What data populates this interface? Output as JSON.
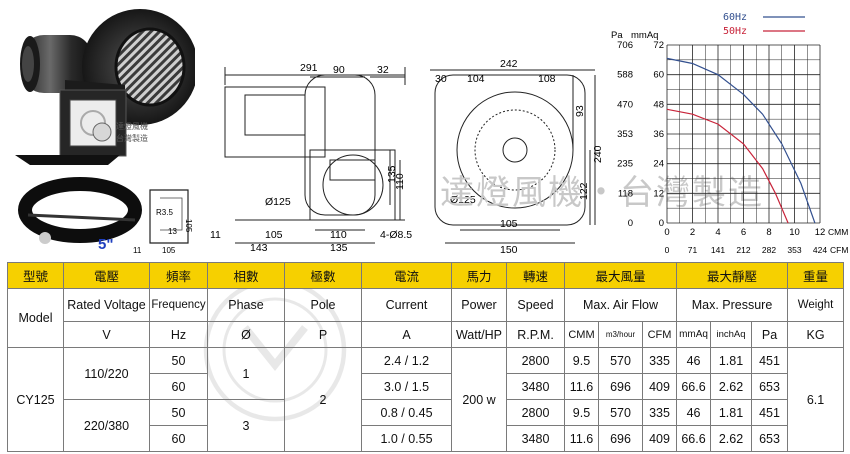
{
  "product": {
    "photo_badge_line1": "達燈風機",
    "photo_badge_line2": "台灣製造",
    "size_label": "5\"",
    "bracket_dims": [
      "R3.5",
      "13",
      "105",
      "11",
      "105"
    ]
  },
  "drawing": {
    "side_view": [
      "291",
      "90",
      "32",
      "110",
      "135",
      "Ø125",
      "11",
      "105",
      "110",
      "135",
      "143",
      "4-Ø8.5"
    ],
    "front_view": [
      "242",
      "30",
      "104",
      "108",
      "93",
      "240",
      "122",
      "Ø125",
      "105",
      "150"
    ]
  },
  "watermark": {
    "text": "達燈風機・台灣製造"
  },
  "chart_data": {
    "type": "line",
    "legend": [
      {
        "name": "60Hz",
        "color": "#33508f"
      },
      {
        "name": "50Hz",
        "color": "#c8243a"
      }
    ],
    "y_units": [
      "Pa",
      "mmAq"
    ],
    "pa_ticks": [
      "706",
      "588",
      "470",
      "353",
      "235",
      "118",
      "0"
    ],
    "mmaq_ticks": [
      "72",
      "60",
      "48",
      "36",
      "24",
      "12",
      "0"
    ],
    "ylim": [
      0,
      72
    ],
    "cmm_ticks": [
      "0",
      "2",
      "4",
      "6",
      "8",
      "10",
      "12"
    ],
    "cfm_ticks": [
      "0",
      "71",
      "141",
      "212",
      "282",
      "353",
      "424"
    ],
    "x_units": [
      "CMM",
      "CFM"
    ],
    "xlim": [
      0,
      12
    ],
    "series": [
      {
        "name": "60Hz",
        "x": [
          0,
          2,
          4,
          6,
          7.5,
          9,
          10.5,
          11.6
        ],
        "y": [
          66.6,
          64.5,
          60,
          52,
          44,
          32,
          16,
          0
        ]
      },
      {
        "name": "50Hz",
        "x": [
          0,
          2,
          4,
          6,
          7.5,
          8.5,
          9.5
        ],
        "y": [
          46,
          44,
          40,
          32,
          22,
          12,
          0
        ]
      }
    ]
  },
  "table": {
    "header_zh": [
      "型號",
      "電壓",
      "頻率",
      "相數",
      "極數",
      "電流",
      "馬力",
      "轉速",
      "最大風量",
      "最大靜壓",
      "重量"
    ],
    "header_en": [
      "Model",
      "Rated Voltage",
      "Frequency",
      "Phase",
      "Pole",
      "Current",
      "Power",
      "Speed",
      "Max. Air Flow",
      "Max. Pressure",
      "Weight"
    ],
    "units": [
      "V",
      "Hz",
      "Ø",
      "P",
      "A",
      "Watt/HP",
      "R.P.M.",
      "CMM",
      "m3/hour",
      "CFM",
      "mmAq",
      "inchAq",
      "Pa",
      "KG"
    ],
    "model": "CY125",
    "voltage_a": "110/220",
    "voltage_b": "220/380",
    "phase_a": "1",
    "phase_b": "3",
    "pole": "2",
    "power": "200 w",
    "weight": "6.1",
    "rows": [
      {
        "hz": "50",
        "current": "2.4 / 1.2",
        "rpm": "2800",
        "cmm": "9.5",
        "m3h": "570",
        "cfm": "335",
        "mmaq": "46",
        "inchaq": "1.81",
        "pa": "451"
      },
      {
        "hz": "60",
        "current": "3.0 / 1.5",
        "rpm": "3480",
        "cmm": "11.6",
        "m3h": "696",
        "cfm": "409",
        "mmaq": "66.6",
        "inchaq": "2.62",
        "pa": "653"
      },
      {
        "hz": "50",
        "current": "0.8 / 0.45",
        "rpm": "2800",
        "cmm": "9.5",
        "m3h": "570",
        "cfm": "335",
        "mmaq": "46",
        "inchaq": "1.81",
        "pa": "451"
      },
      {
        "hz": "60",
        "current": "1.0 / 0.55",
        "rpm": "3480",
        "cmm": "11.6",
        "m3h": "696",
        "cfm": "409",
        "mmaq": "66.6",
        "inchaq": "2.62",
        "pa": "653"
      }
    ]
  }
}
